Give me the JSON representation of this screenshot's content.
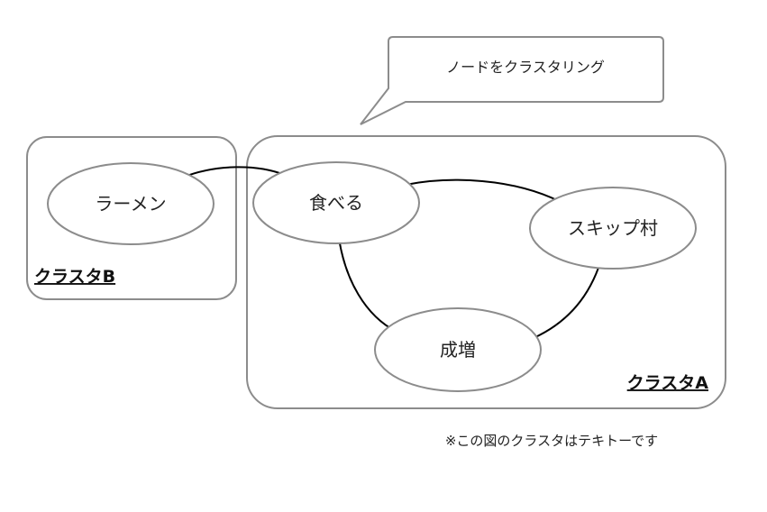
{
  "callout": {
    "text": "ノードをクラスタリング"
  },
  "clusters": [
    {
      "id": "b",
      "label": "クラスタB"
    },
    {
      "id": "a",
      "label": "クラスタA"
    }
  ],
  "nodes": [
    {
      "id": "ramen",
      "label": "ラーメン"
    },
    {
      "id": "taberu",
      "label": "食べる"
    },
    {
      "id": "skip",
      "label": "スキップ村"
    },
    {
      "id": "seizo",
      "label": "成増"
    }
  ],
  "edges": [
    {
      "from": "ramen",
      "to": "taberu"
    },
    {
      "from": "taberu",
      "to": "skip"
    },
    {
      "from": "taberu",
      "to": "seizo"
    },
    {
      "from": "skip",
      "to": "seizo"
    }
  ],
  "footnote": "※この図のクラスタはテキトーです",
  "colors": {
    "frame": "#8c8c8c",
    "edge": "#000000",
    "text": "#222222"
  }
}
